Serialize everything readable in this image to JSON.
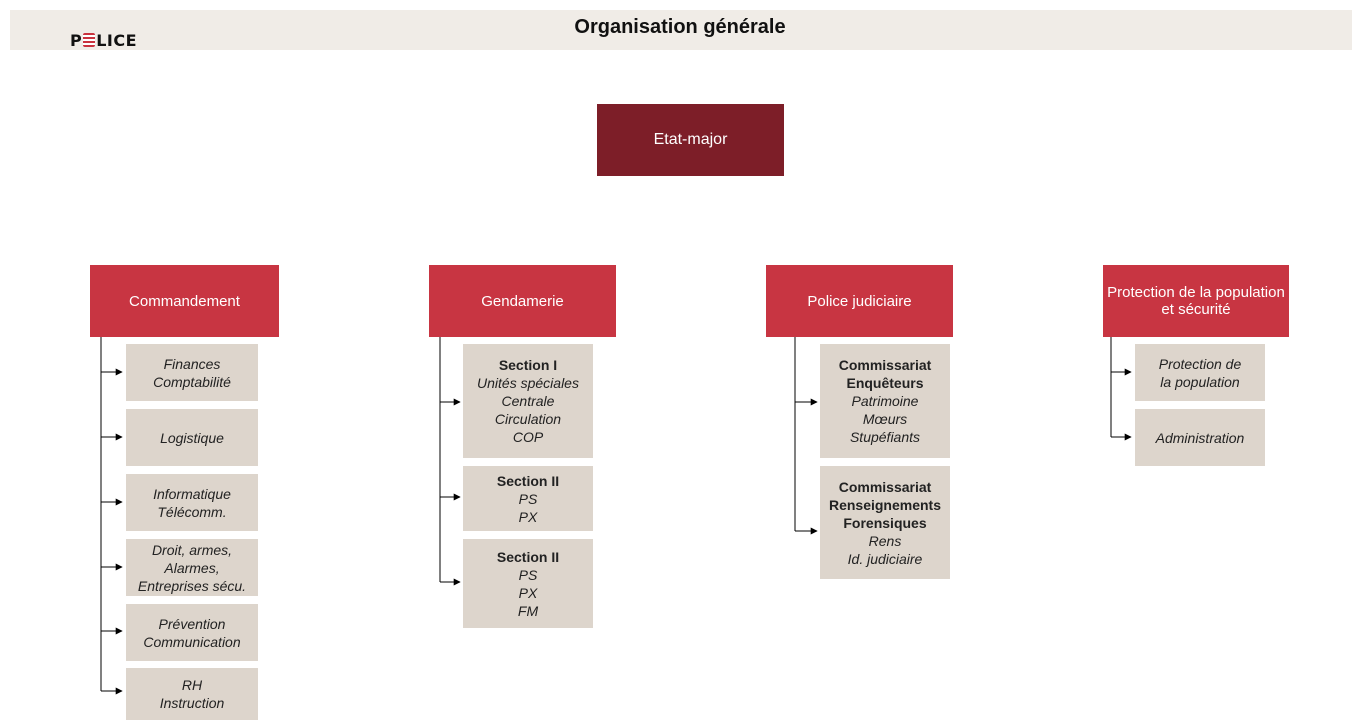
{
  "header": {
    "title": "Organisation générale",
    "logo_left": "P",
    "logo_right": "LICE"
  },
  "root": {
    "label": "Etat-major"
  },
  "departments": [
    {
      "label": "Commandement",
      "children": [
        {
          "lines": [
            {
              "text": "Finances",
              "bold": false
            },
            {
              "text": "Comptabilité",
              "bold": false
            }
          ]
        },
        {
          "lines": [
            {
              "text": "Logistique",
              "bold": false
            }
          ]
        },
        {
          "lines": [
            {
              "text": "Informatique",
              "bold": false
            },
            {
              "text": "Télécomm.",
              "bold": false
            }
          ]
        },
        {
          "lines": [
            {
              "text": "Droit, armes,",
              "bold": false
            },
            {
              "text": "Alarmes,",
              "bold": false
            },
            {
              "text": "Entreprises sécu.",
              "bold": false
            }
          ]
        },
        {
          "lines": [
            {
              "text": "Prévention",
              "bold": false
            },
            {
              "text": "Communication",
              "bold": false
            }
          ]
        },
        {
          "lines": [
            {
              "text": "RH",
              "bold": false
            },
            {
              "text": "Instruction",
              "bold": false
            }
          ]
        }
      ]
    },
    {
      "label": "Gendamerie",
      "children": [
        {
          "lines": [
            {
              "text": "Section I",
              "bold": true
            },
            {
              "text": "Unités spéciales",
              "bold": false
            },
            {
              "text": "Centrale",
              "bold": false
            },
            {
              "text": "Circulation",
              "bold": false
            },
            {
              "text": "COP",
              "bold": false
            }
          ]
        },
        {
          "lines": [
            {
              "text": "Section II",
              "bold": true
            },
            {
              "text": "PS",
              "bold": false
            },
            {
              "text": "PX",
              "bold": false
            }
          ]
        },
        {
          "lines": [
            {
              "text": "Section II",
              "bold": true
            },
            {
              "text": "PS",
              "bold": false
            },
            {
              "text": "PX",
              "bold": false
            },
            {
              "text": "FM",
              "bold": false
            }
          ]
        }
      ]
    },
    {
      "label": "Police judiciaire",
      "children": [
        {
          "lines": [
            {
              "text": "Commissariat",
              "bold": true
            },
            {
              "text": "Enquêteurs",
              "bold": true
            },
            {
              "text": "Patrimoine",
              "bold": false
            },
            {
              "text": "Mœurs",
              "bold": false
            },
            {
              "text": "Stupéfiants",
              "bold": false
            }
          ]
        },
        {
          "lines": [
            {
              "text": "Commissariat",
              "bold": true
            },
            {
              "text": "Renseignements",
              "bold": true
            },
            {
              "text": "Forensiques",
              "bold": true
            },
            {
              "text": "Rens",
              "bold": false
            },
            {
              "text": "Id. judiciaire",
              "bold": false
            }
          ]
        }
      ]
    },
    {
      "label": "Protection de la population et sécurité",
      "children": [
        {
          "lines": [
            {
              "text": "Protection de",
              "bold": false
            },
            {
              "text": "la population",
              "bold": false
            }
          ]
        },
        {
          "lines": [
            {
              "text": "Administration",
              "bold": false
            }
          ]
        }
      ]
    }
  ],
  "colors": {
    "root": "#7d1e28",
    "department": "#c83542",
    "child": "#ddd5cc",
    "header_bar": "#f0ece7"
  }
}
